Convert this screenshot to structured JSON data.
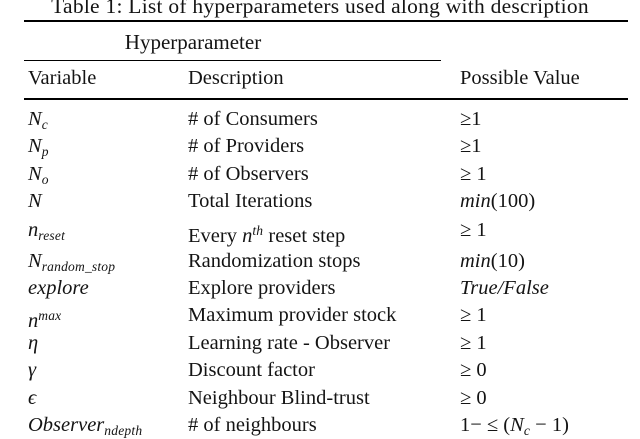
{
  "title": "Table 1: List of hyperparameters used along with description",
  "table": {
    "group_header": "Hyperparameter",
    "columns": [
      "Variable",
      "Description",
      "Possible Value"
    ],
    "rows": [
      {
        "variable": [
          {
            "t": "N",
            "s": "i"
          },
          {
            "t": "c",
            "s": "isub"
          }
        ],
        "description": [
          {
            "t": "# of Consumers",
            "s": "r"
          }
        ],
        "value": [
          {
            "t": "≥1",
            "s": "r"
          }
        ]
      },
      {
        "variable": [
          {
            "t": "N",
            "s": "i"
          },
          {
            "t": "p",
            "s": "isub"
          }
        ],
        "description": [
          {
            "t": "# of Providers",
            "s": "r"
          }
        ],
        "value": [
          {
            "t": "≥1",
            "s": "r"
          }
        ]
      },
      {
        "variable": [
          {
            "t": "N",
            "s": "i"
          },
          {
            "t": "o",
            "s": "isub"
          }
        ],
        "description": [
          {
            "t": "# of Observers",
            "s": "r"
          }
        ],
        "value": [
          {
            "t": "≥ 1",
            "s": "r"
          }
        ]
      },
      {
        "variable": [
          {
            "t": "N",
            "s": "i"
          }
        ],
        "description": [
          {
            "t": "Total Iterations",
            "s": "r"
          }
        ],
        "value": [
          {
            "t": "min",
            "s": "i"
          },
          {
            "t": "(100)",
            "s": "r"
          }
        ]
      },
      {
        "variable": [
          {
            "t": "n",
            "s": "i"
          },
          {
            "t": "reset",
            "s": "isub"
          }
        ],
        "description": [
          {
            "t": "Every ",
            "s": "r"
          },
          {
            "t": "n",
            "s": "i"
          },
          {
            "t": "th",
            "s": "isup"
          },
          {
            "t": " reset step",
            "s": "r"
          }
        ],
        "value": [
          {
            "t": "≥ 1",
            "s": "r"
          }
        ]
      },
      {
        "variable": [
          {
            "t": "N",
            "s": "i"
          },
          {
            "t": "random_stop",
            "s": "isub"
          }
        ],
        "description": [
          {
            "t": "Randomization stops",
            "s": "r"
          }
        ],
        "value": [
          {
            "t": "min",
            "s": "i"
          },
          {
            "t": "(10)",
            "s": "r"
          }
        ]
      },
      {
        "variable": [
          {
            "t": "explore",
            "s": "i"
          }
        ],
        "description": [
          {
            "t": "Explore providers",
            "s": "r"
          }
        ],
        "value": [
          {
            "t": "True/False",
            "s": "i"
          }
        ]
      },
      {
        "variable": [
          {
            "t": "n",
            "s": "i"
          },
          {
            "t": "max",
            "s": "isup"
          }
        ],
        "description": [
          {
            "t": "Maximum provider stock",
            "s": "r"
          }
        ],
        "value": [
          {
            "t": "≥ 1",
            "s": "r"
          }
        ]
      },
      {
        "variable": [
          {
            "t": "η",
            "s": "i"
          }
        ],
        "description": [
          {
            "t": "Learning rate - Observer",
            "s": "r"
          }
        ],
        "value": [
          {
            "t": "≥ 1",
            "s": "r"
          }
        ]
      },
      {
        "variable": [
          {
            "t": "γ",
            "s": "i"
          }
        ],
        "description": [
          {
            "t": "Discount factor",
            "s": "r"
          }
        ],
        "value": [
          {
            "t": "≥ 0",
            "s": "r"
          }
        ]
      },
      {
        "variable": [
          {
            "t": "ϵ",
            "s": "i"
          }
        ],
        "description": [
          {
            "t": "Neighbour Blind-trust",
            "s": "r"
          }
        ],
        "value": [
          {
            "t": "≥ 0",
            "s": "r"
          }
        ]
      },
      {
        "variable": [
          {
            "t": "Observer",
            "s": "i"
          },
          {
            "t": "ndepth",
            "s": "isub"
          }
        ],
        "description": [
          {
            "t": "# of neighbours",
            "s": "r"
          }
        ],
        "value": [
          {
            "t": "1− ≤ (",
            "s": "r"
          },
          {
            "t": "N",
            "s": "i"
          },
          {
            "t": "c",
            "s": "isub"
          },
          {
            "t": " − 1)",
            "s": "r"
          }
        ]
      }
    ]
  },
  "colors": {
    "background": "#ffffff",
    "text": "#141414",
    "rule": "#000000"
  }
}
